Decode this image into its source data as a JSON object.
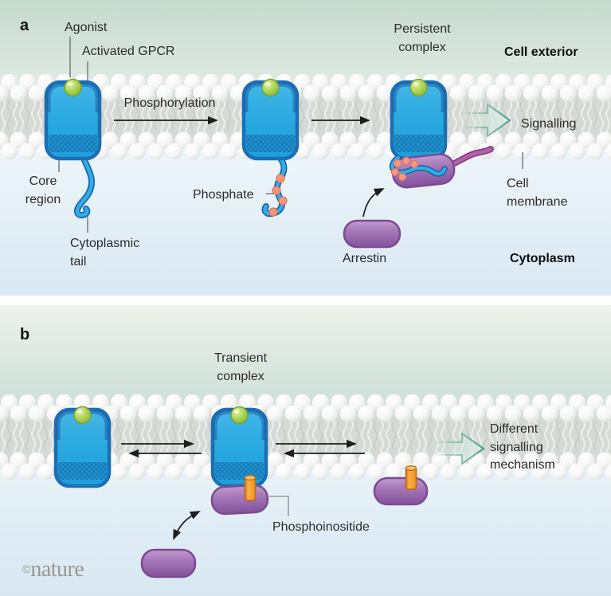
{
  "panel_a": {
    "letter": "a",
    "labels": {
      "agonist": "Agonist",
      "activated_gpcr": "Activated GPCR",
      "phosphorylation": "Phosphorylation",
      "persistent_complex": "Persistent\ncomplex",
      "signalling": "Signalling",
      "core_region": "Core\nregion",
      "cytoplasmic_tail": "Cytoplasmic\ntail",
      "phosphate": "Phosphate",
      "arrestin": "Arrestin"
    },
    "region_labels": {
      "cell_exterior": "Cell exterior",
      "cell_membrane": "Cell\nmembrane",
      "cytoplasm": "Cytoplasm"
    }
  },
  "panel_b": {
    "letter": "b",
    "labels": {
      "transient_complex": "Transient\ncomplex",
      "different_signalling": "Different\nsignalling\nmechanism",
      "phosphoinositide": "Phosphoinositide"
    }
  },
  "watermark": {
    "copyright": "©",
    "brand": "nature"
  },
  "colors": {
    "gpcr_blue": "#29A9E0",
    "gpcr_border": "#1B6FB5",
    "agonist_green": "#96C93F",
    "arrestin_purple": "#9C6BB0",
    "phosphate_pink": "#F5977F",
    "phosphoinositide_orange": "#F7941E",
    "signal_arrow_teal": "#4E9E8D",
    "membrane_gray": "#D6DAD7"
  }
}
